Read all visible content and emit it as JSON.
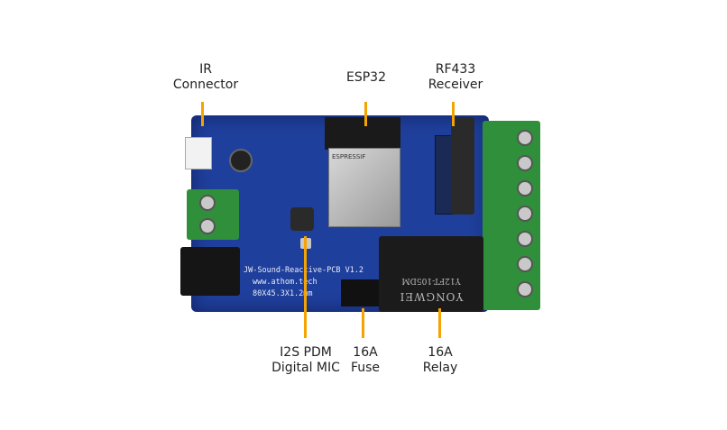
{
  "labels": {
    "ir": {
      "line1": "IR",
      "line2": "Connector"
    },
    "esp32": {
      "line1": "ESP32"
    },
    "rf433": {
      "line1": "RF433",
      "line2": "Receiver"
    },
    "mic": {
      "line1": "I2S PDM",
      "line2": "Digital MIC"
    },
    "fuse": {
      "line1": "16A",
      "line2": "Fuse"
    },
    "relay": {
      "line1": "16A",
      "line2": "Relay"
    }
  },
  "board": {
    "name": "JW-Sound-Reactive-PCB V1.2",
    "website": "www.athom.tech",
    "dimensions": "80X45.3X1.2mm",
    "module_brand": "ESPRESSIF",
    "relay_brand": "YONGWEI",
    "relay_model": "Y12FT-105DM"
  },
  "colors": {
    "leader": "#f5a300",
    "pcb": "#1f3f9c",
    "terminal": "#2f8f3a"
  }
}
